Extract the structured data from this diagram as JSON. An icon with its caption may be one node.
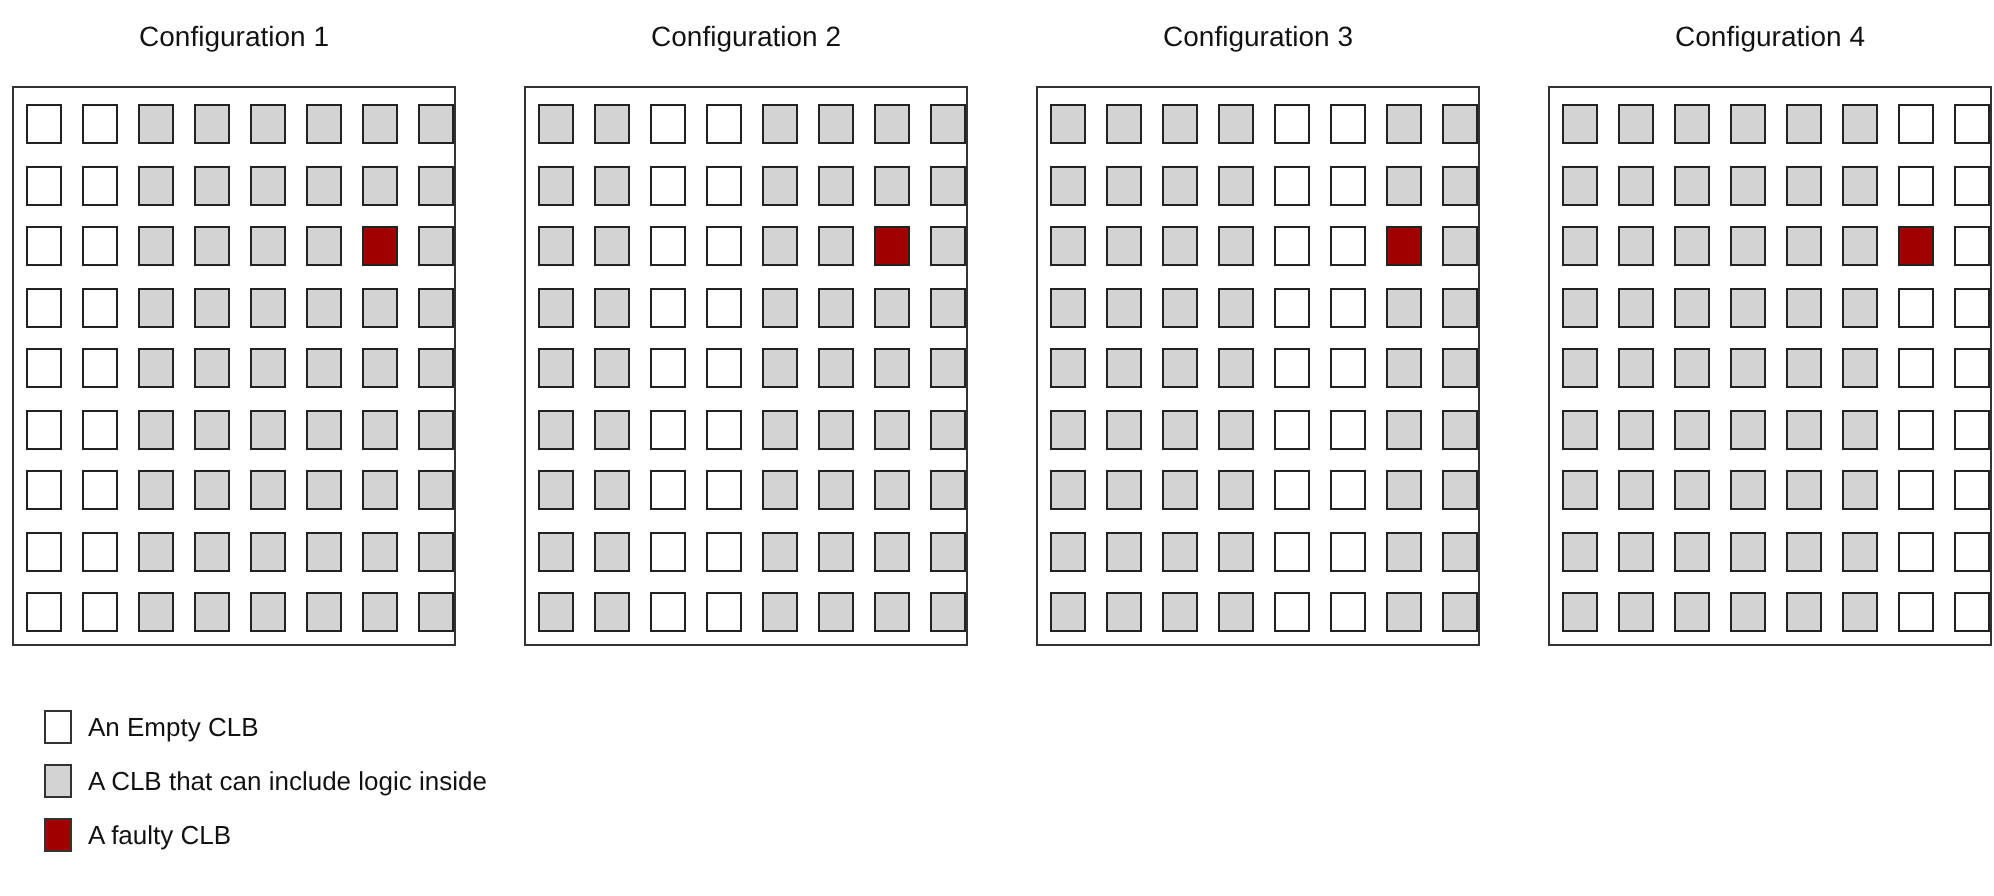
{
  "diagram": {
    "nodes": [
      {
        "text": [
          "Configuration 1"
        ]
      },
      {
        "text": [
          "Configuration 2"
        ]
      },
      {
        "text": [
          "Configuration 3"
        ]
      },
      {
        "text": [
          "Configuration 4"
        ]
      }
    ],
    "legend": [
      {
        "text": "An Empty CLB",
        "color": "#ffffff"
      },
      {
        "text": "A CLB that can include logic inside",
        "color": "#d3d3d3"
      },
      {
        "text": "A faulty CLB",
        "color": "#a00000"
      }
    ]
  }
}
